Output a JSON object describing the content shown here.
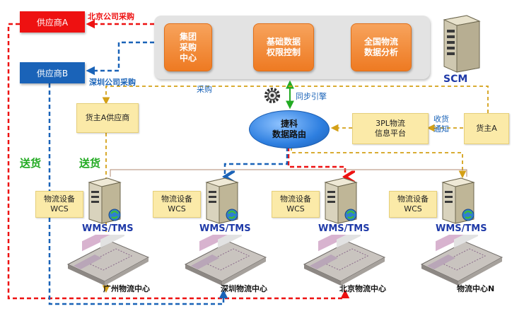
{
  "suppliers": {
    "a": "供应商A",
    "b": "供应商B"
  },
  "labels": {
    "beijing_purchase": "北京公司采购",
    "shenzhen_purchase": "深圳公司采购",
    "purchase": "采购",
    "sync_engine": "同步引擎",
    "receive_notice": "收货\n通知",
    "delivery_left": "送货",
    "delivery_right": "送货"
  },
  "top_boxes": [
    "集团\n采购\n中心",
    "基础数据\n权限控制",
    "全国物流\n数据分析"
  ],
  "scm": "SCM",
  "router": "捷科\n数据路由",
  "cargo_supplier": "货主A供应商",
  "platform": "3PL物流\n信息平台",
  "cargo_owner": "货主A",
  "centers": [
    {
      "device": "物流设备\nWCS",
      "system": "WMS/TMS",
      "name": "广州物流中心"
    },
    {
      "device": "物流设备\nWCS",
      "system": "WMS/TMS",
      "name": "深圳物流中心"
    },
    {
      "device": "物流设备\nWCS",
      "system": "WMS/TMS",
      "name": "北京物流中心"
    },
    {
      "device": "物流设备\nWCS",
      "system": "WMS/TMS",
      "name": "物流中心N"
    }
  ],
  "colors": {
    "red": "#ee1111",
    "blue": "#1a63b8",
    "gold": "#d4a017",
    "green": "#22aa22",
    "orange": "#ee7a22"
  }
}
